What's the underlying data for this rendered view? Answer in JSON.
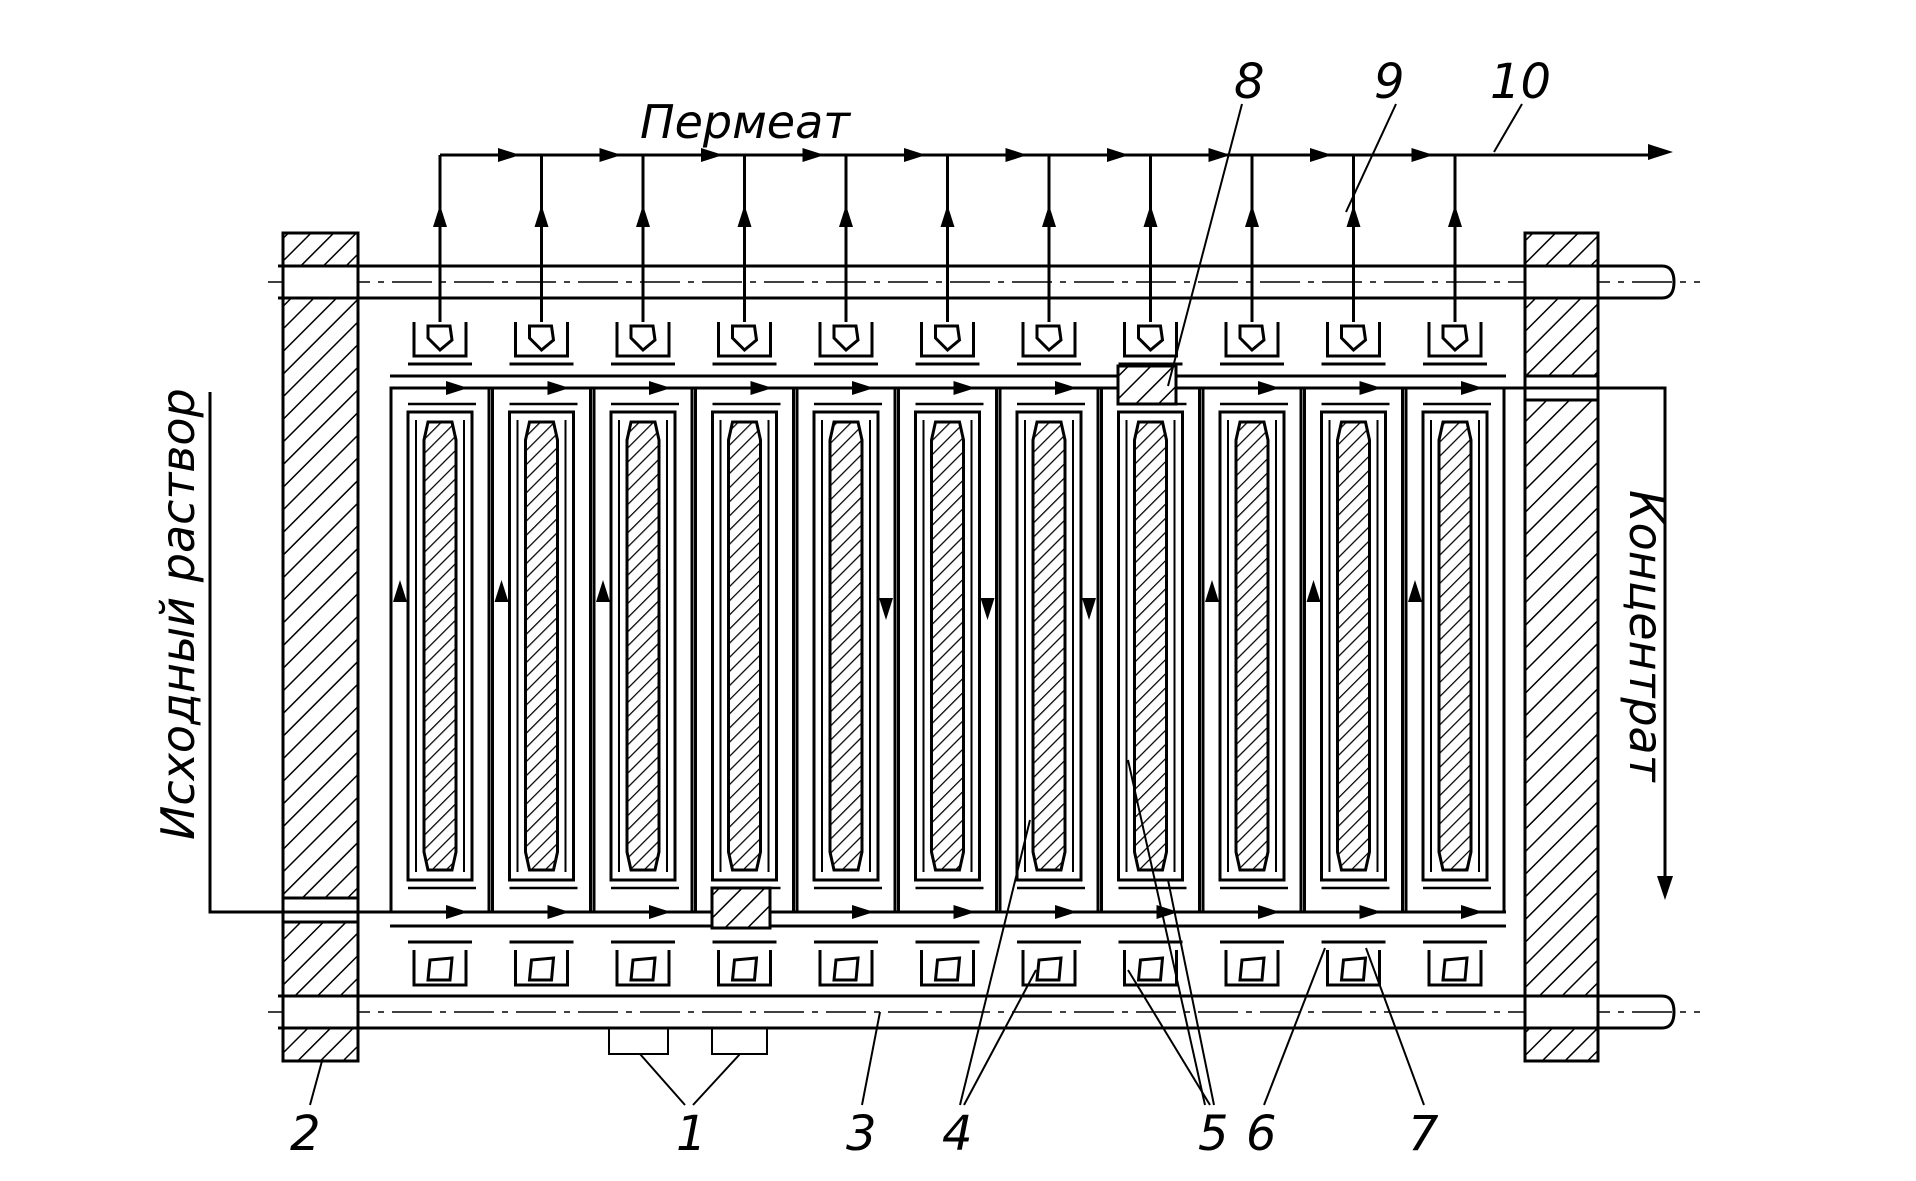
{
  "labels": {
    "permeate": "Пермеат",
    "feed": "Исходный раствор",
    "concentrate": "Концентрат"
  },
  "callouts": [
    "1",
    "2",
    "3",
    "4",
    "5",
    "6",
    "7",
    "8",
    "9",
    "10"
  ],
  "colors": {
    "ink": "#000000",
    "paper": "#ffffff"
  },
  "units": {
    "count": 11,
    "up_flow": [
      1,
      2,
      3,
      9,
      10,
      11
    ],
    "down_flow": [
      5,
      6,
      7
    ]
  }
}
